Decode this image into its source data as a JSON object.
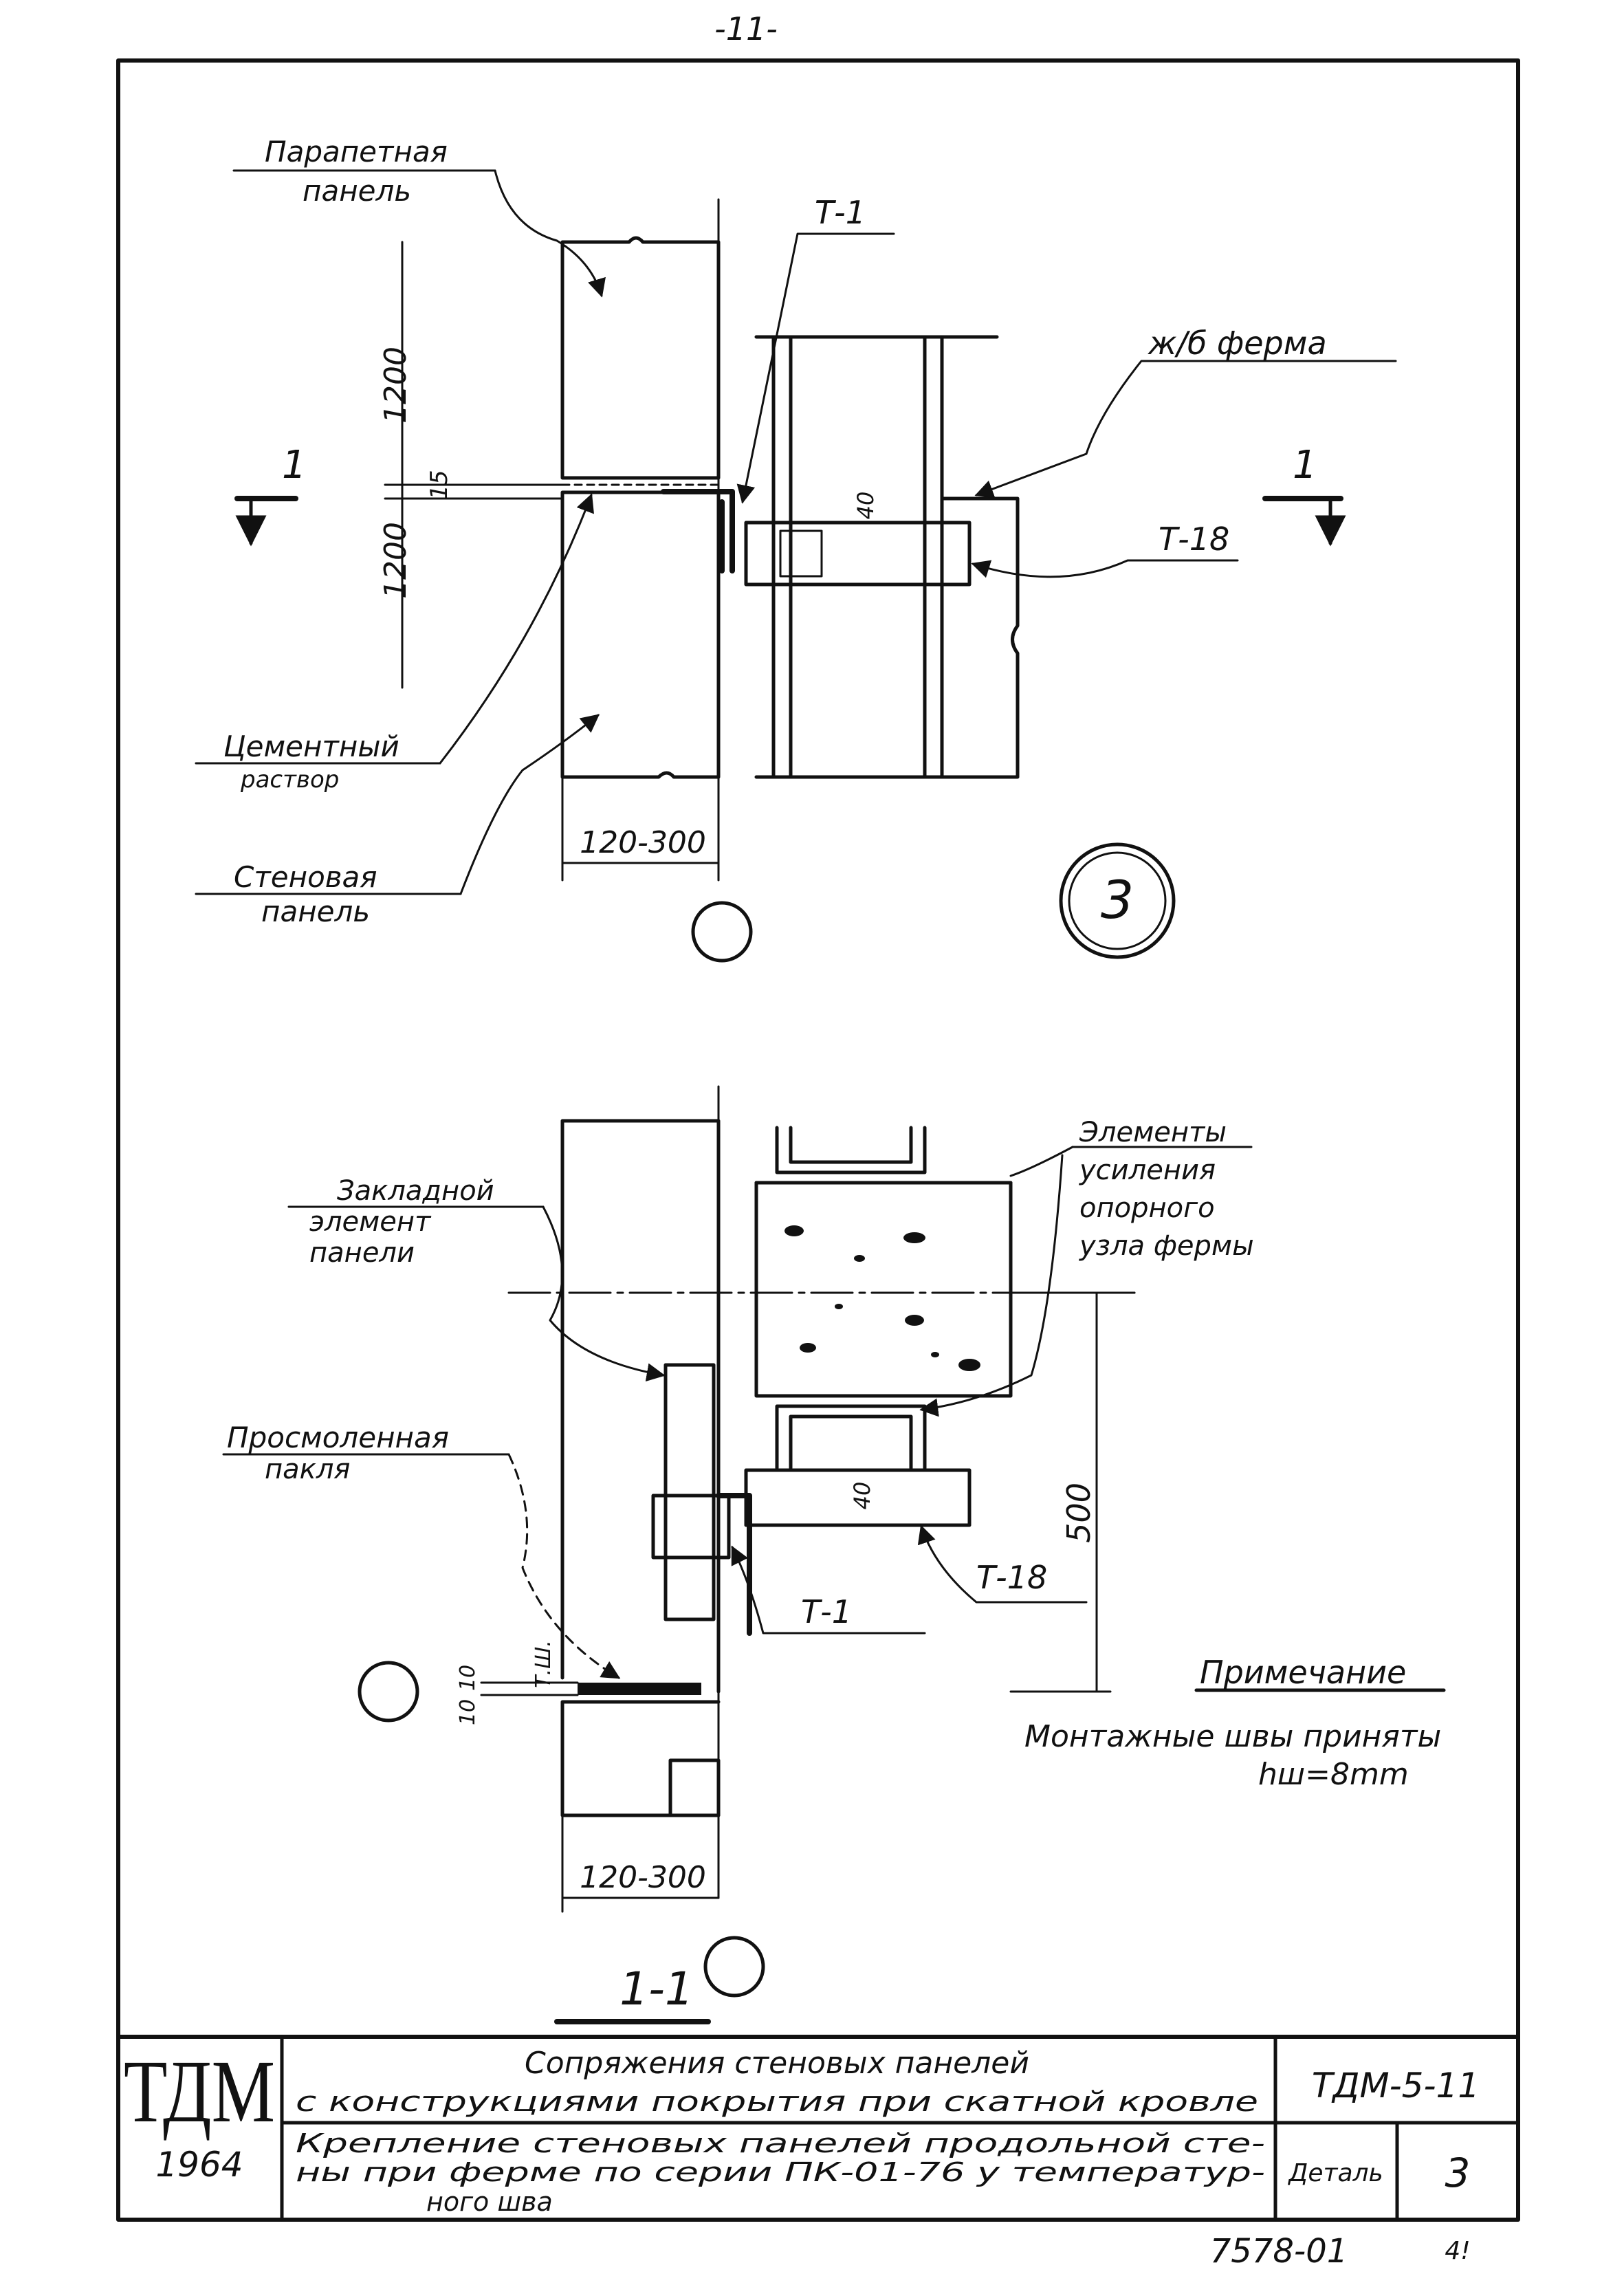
{
  "page_number": "-11-",
  "view_top": {
    "label_parapet_panel_line1": "Парапетная",
    "label_parapet_panel_line2": "панель",
    "label_t1": "Т-1",
    "label_truss": "ж/б ферма",
    "dim_1200_upper": "1200",
    "dim_1200_lower": "1200",
    "dim_15": "15",
    "dim_40": "40",
    "label_t18": "Т-18",
    "section_mark_left": "1",
    "section_mark_right": "1",
    "label_cement_line1": "Цементный",
    "label_cement_line2": "раствор",
    "label_wall_panel_line1": "Стеновая",
    "label_wall_panel_line2": "панель",
    "dim_thickness": "120-300",
    "detail_number": "3"
  },
  "view_bottom": {
    "label_embedded_line1": "Закладной",
    "label_embedded_line2": "элемент",
    "label_embedded_line3": "панели",
    "label_reinf_line1": "Элементы",
    "label_reinf_line2": "усиления",
    "label_reinf_line3": "опорного",
    "label_reinf_line4": "узла фермы",
    "label_tarred_line1": "Просмоленная",
    "label_tarred_line2": "пакля",
    "dim_500": "500",
    "dim_40": "40",
    "label_t18": "Т-18",
    "label_t1": "Т-1",
    "label_tsh": "Т.Ш.",
    "dim_10_a": "10",
    "dim_10_b": "10",
    "dim_thickness": "120-300",
    "section_title": "1-1"
  },
  "note": {
    "title": "Примечание",
    "line1": "Монтажные швы приняты",
    "line2": "hш=8mm"
  },
  "title_block": {
    "logo": "ТДМ",
    "year": "1964",
    "title_line1": "Сопряжения стеновых панелей",
    "title_line2": "с конструкциями покрытия при скатной кровле",
    "subtitle_line1": "Крепление стеновых панелей продольной сте-",
    "subtitle_line2": "ны при ферме по серии ПК-01-76 у температур-",
    "subtitle_line3": "ного шва",
    "code": "ТДМ-5-11",
    "detail_label": "Деталь",
    "detail_number": "3"
  },
  "archive_number": "7578-01",
  "sheet_mark": "4!"
}
